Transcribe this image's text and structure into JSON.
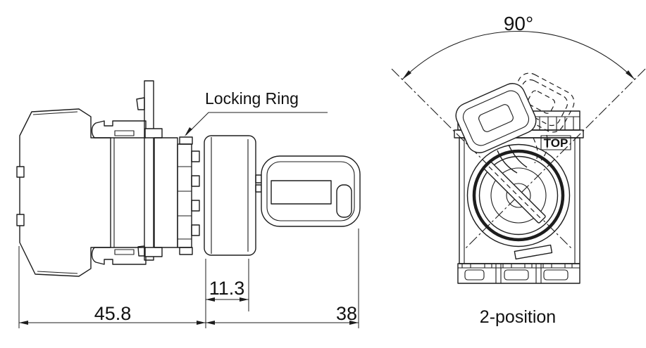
{
  "page": {
    "background": "#ffffff",
    "line_color": "#1d1d1d",
    "description": "Engineering drawing of a keylock selector switch: side view with dimensions and front view with key rotation"
  },
  "side_view": {
    "locking_ring_label": "Locking Ring",
    "dimensions": {
      "overall_depth": "45.8",
      "bezel_projection": "11.3",
      "key_length": "38"
    }
  },
  "front_view": {
    "rotation_angle": "90°",
    "panel_marking": "TOP",
    "caption": "2-position"
  }
}
